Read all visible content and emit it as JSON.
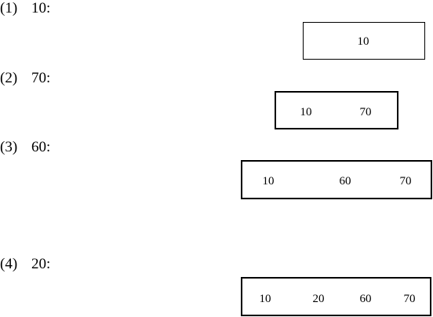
{
  "steps": [
    {
      "label": "(1)",
      "value": "10:",
      "keys": [
        "10"
      ]
    },
    {
      "label": "(2)",
      "value": "70:",
      "keys": [
        "10",
        "70"
      ]
    },
    {
      "label": "(3)",
      "value": "60:",
      "keys": [
        "10",
        "60",
        "70"
      ]
    },
    {
      "label": "(4)",
      "value": "20:",
      "keys": [
        "10",
        "20",
        "60",
        "70"
      ]
    }
  ]
}
